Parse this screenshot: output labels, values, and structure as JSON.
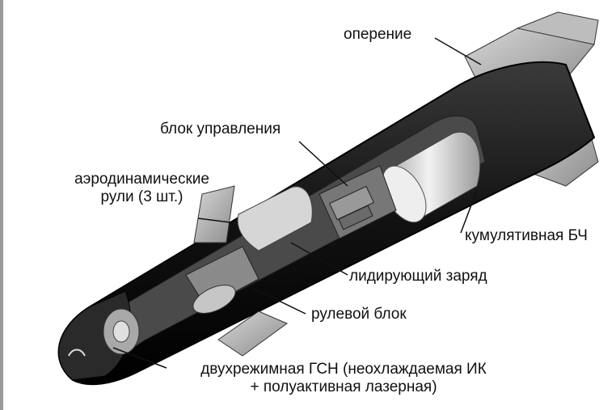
{
  "labels": {
    "fins": "оперение",
    "control_unit": "блок управления",
    "aero_rudders_line1": "аэродинамические",
    "aero_rudders_line2": "рули (3 шт.)",
    "shaped_charge_warhead": "кумулятивная БЧ",
    "lead_charge": "лидирующий заряд",
    "steering_unit": "рулевой блок",
    "seeker_line1": "двухрежимная ГСН (неохлаждаемая ИК",
    "seeker_line2": "+ полуактивная лазерная)"
  },
  "colors": {
    "outline": "#0a0a0a",
    "fin": "#c8c8c8",
    "warhead": "#e6e6e6",
    "internals": "#5a5a5a",
    "text": "#111111"
  }
}
